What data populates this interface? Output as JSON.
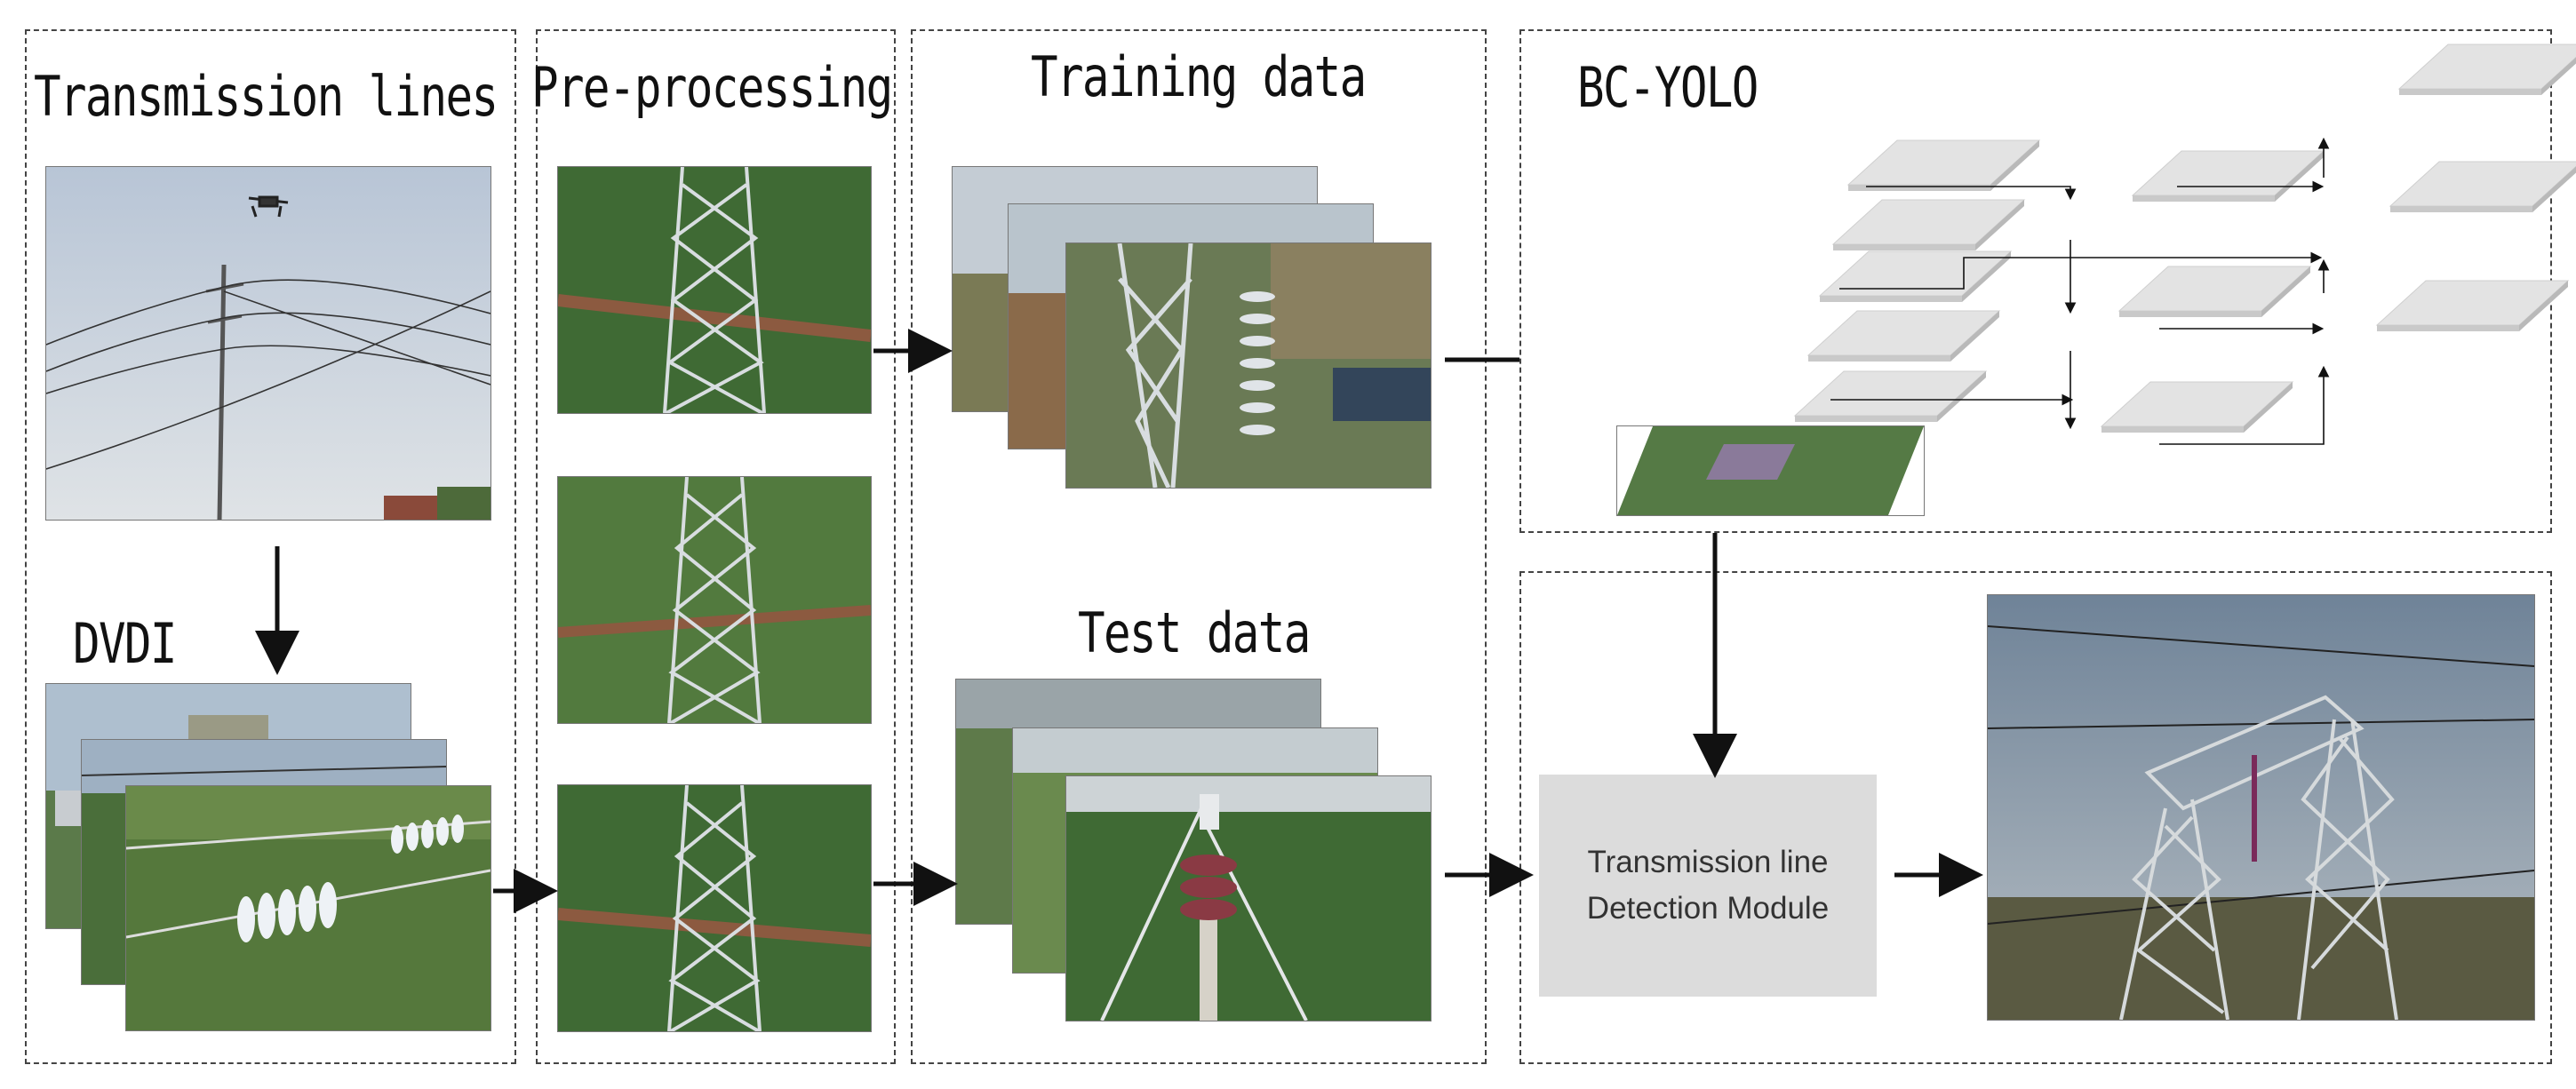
{
  "titles": {
    "transmission_lines": "Transmission lines",
    "pre_processing": "Pre-processing",
    "training_data": "Training data",
    "bc_yolo": "BC-YOLO",
    "dvdi": "DVDI",
    "test_data": "Test data"
  },
  "module": {
    "line1": "Transmission line",
    "line2": "Detection Module"
  },
  "colors": {
    "sky": "#c9d3df",
    "vegetation": "#4f7336",
    "tower": "#d8dde0",
    "feature_map": "#e3e3e3",
    "module_bg": "#dcdcdc",
    "arrow": "#111111"
  },
  "icons": {
    "drone": "drone-icon",
    "tower": "transmission-tower-icon",
    "insulator": "insulator-icon"
  }
}
